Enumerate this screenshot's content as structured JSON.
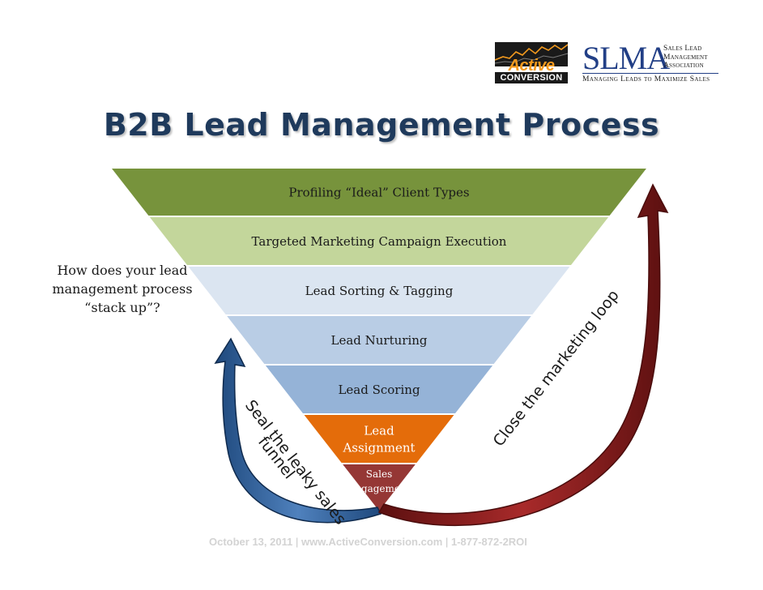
{
  "title": "B2B Lead Management Process",
  "side_question": [
    "How does your lead",
    "management process",
    "“stack up”?"
  ],
  "funnel": [
    {
      "label": [
        "Profiling “Ideal” Client Types"
      ],
      "color": "#77933c"
    },
    {
      "label": [
        "Targeted Marketing Campaign Execution"
      ],
      "color": "#c3d69b"
    },
    {
      "label": [
        "Lead Sorting & Tagging"
      ],
      "color": "#dbe5f1"
    },
    {
      "label": [
        "Lead Nurturing"
      ],
      "color": "#b9cde5"
    },
    {
      "label": [
        "Lead Scoring"
      ],
      "color": "#95b3d7"
    },
    {
      "label": [
        "Lead",
        "Assignment"
      ],
      "color": "#e46c0a"
    },
    {
      "label": [
        "Sales",
        "Engagement"
      ],
      "color": "#953735"
    }
  ],
  "left_arrow": {
    "label": [
      "Seal the leaky sales",
      "funnel"
    ],
    "color": "#1f497d"
  },
  "right_arrow": {
    "label": "Close the marketing loop",
    "color": "#7b1f1f"
  },
  "footer": {
    "date": "October 13, 2011",
    "url": "www.ActiveConversion.com",
    "phone": "1-877-872-2ROI"
  },
  "logos": {
    "active_conversion": {
      "word": "Active",
      "sub": "CONVERSION"
    },
    "slma": {
      "big": "SLMA",
      "small": [
        "Sales Lead",
        "Management",
        "Association"
      ],
      "tagline": "Managing Leads to Maximize Sales"
    }
  }
}
